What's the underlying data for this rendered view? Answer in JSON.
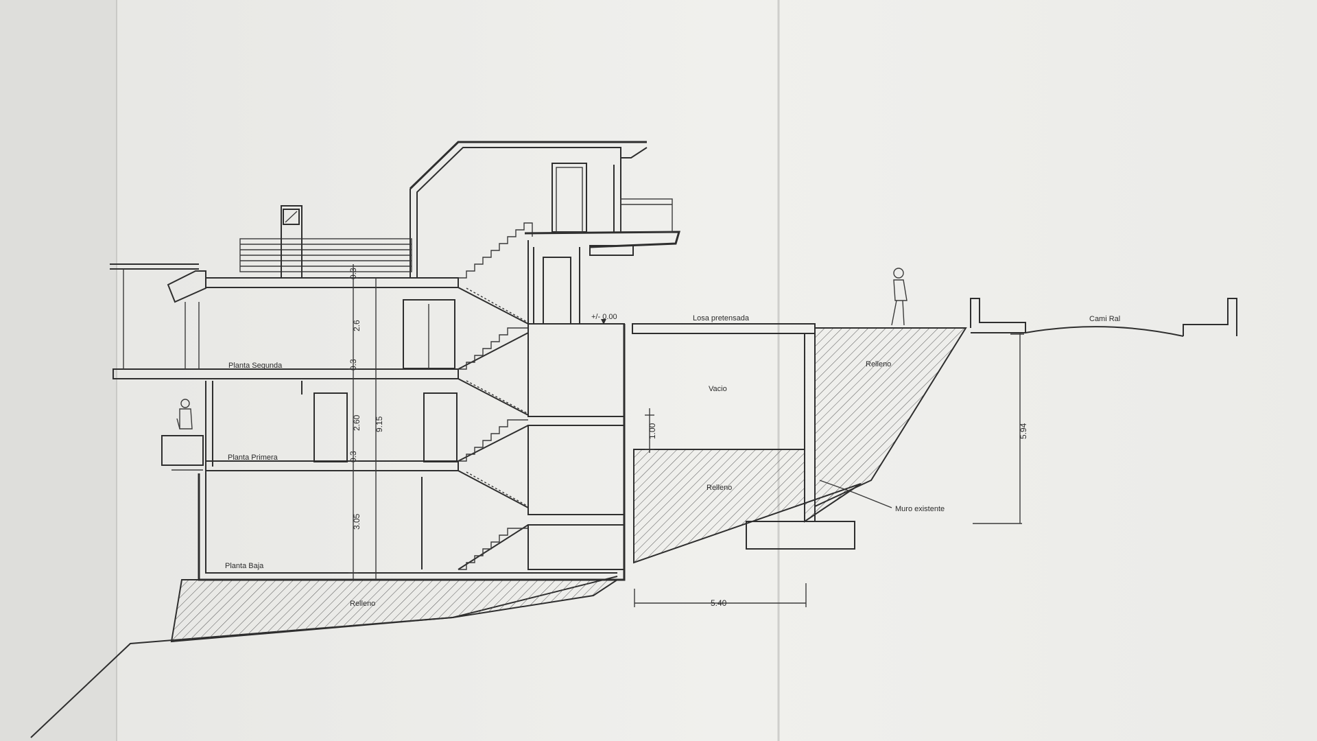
{
  "labels": {
    "planta_segunda": "Planta Segunda",
    "planta_primera": "Planta Primera",
    "planta_baja": "Planta Baja",
    "relleno_bottom": "Relleno",
    "relleno_middle": "Relleno",
    "relleno_right": "Relleno",
    "vacio": "Vacio",
    "losa": "Losa pretensada",
    "cota_cero": "+/- 0.00",
    "muro": "Muro existente",
    "cami": "Cami Ral"
  },
  "dimensions": {
    "d_0_3_top": "0.3",
    "d_2_6": "2.6",
    "d_0_3_mid": "0.3",
    "d_2_60": "2.60",
    "d_0_3_low": "0.3",
    "d_3_05": "3.05",
    "d_9_15": "9.15",
    "d_1_00": "1.00",
    "d_5_40": "5.40",
    "d_5_94": "5.94"
  },
  "colors": {
    "paper": "#eeeeeb",
    "line": "#2e2e2e"
  }
}
